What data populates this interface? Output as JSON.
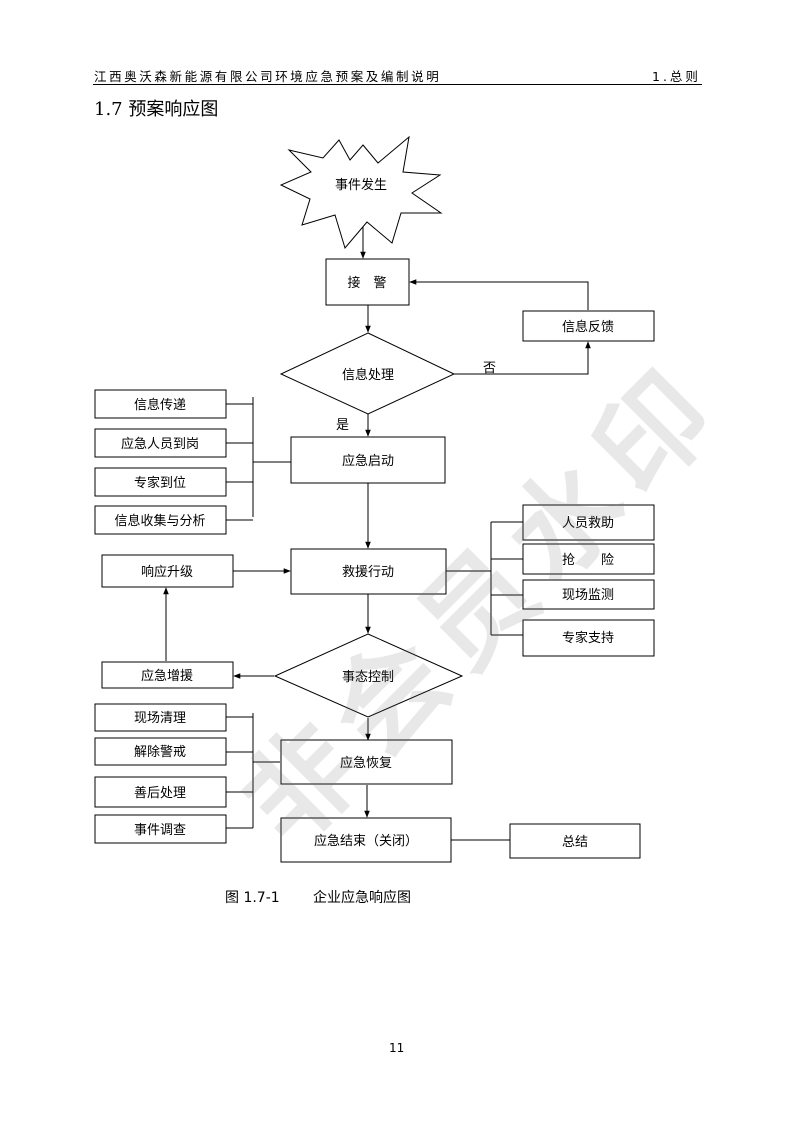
{
  "header": {
    "doc_title": "江西奥沃森新能源有限公司环境应急预案及编制说明",
    "section_ref": "1.总则"
  },
  "section": {
    "title": "1.7 预案响应图"
  },
  "flowchart": {
    "event_start": "事件发生",
    "receive_alarm": "接　警",
    "info_processing": "信息处理",
    "info_feedback": "信息反馈",
    "label_no": "否",
    "label_yes": "是",
    "emergency_start": "应急启动",
    "left_start_items": [
      "信息传递",
      "应急人员到岗",
      "专家到位",
      "信息收集与分析"
    ],
    "rescue_action": "救援行动",
    "right_rescue_items": [
      "人员救助",
      "抢　　险",
      "现场监测",
      "专家支持"
    ],
    "upgrade_response": "响应升级",
    "reinforce": "应急增援",
    "state_control": "事态控制",
    "recovery": "应急恢复",
    "left_recovery_items": [
      "现场清理",
      "解除警戒",
      "善后处理",
      "事件调查"
    ],
    "end": "应急结束（关闭）",
    "summary": "总结"
  },
  "figure": {
    "number": "图 1.7-1",
    "caption": "企业应急响应图"
  },
  "watermark": "非会员水印",
  "page_number": "11"
}
